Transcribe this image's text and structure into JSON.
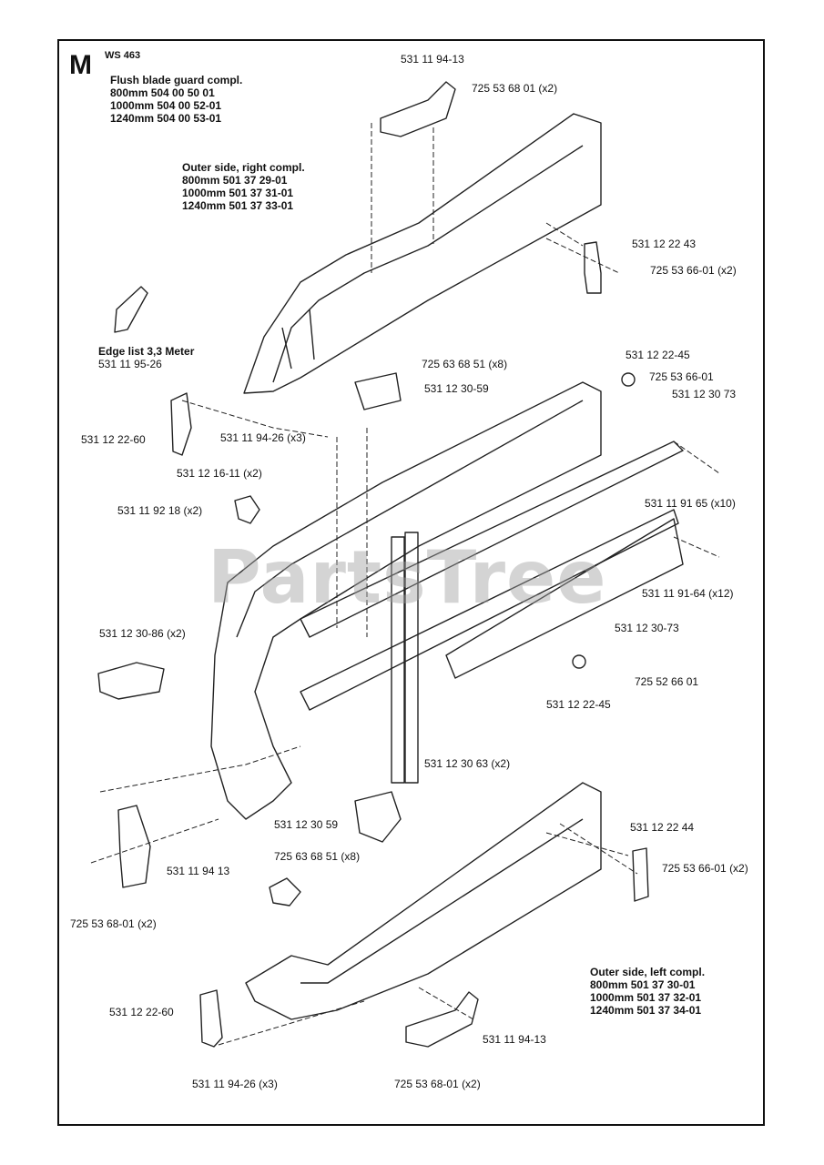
{
  "section": "M",
  "model": "WS 463",
  "watermark": "PartsTree",
  "groups": {
    "flush_guard": {
      "title": "Flush blade guard compl.",
      "rows": [
        "800mm   504 00 50 01",
        "1000mm 504 00 52-01",
        "1240mm 504 00 53-01"
      ]
    },
    "outer_right": {
      "title": "Outer side, right compl.",
      "rows": [
        "800mm   501 37 29-01",
        "1000mm 501 37 31-01",
        "1240mm 501 37 33-01"
      ]
    },
    "edge_list": {
      "title": "Edge list 3,3 Meter",
      "part": "531 11 95-26"
    },
    "outer_left": {
      "title": "Outer side, left compl.",
      "rows": [
        "800mm    501 37 30-01",
        "1000mm  501 37 32-01",
        "1240mm  501 37 34-01"
      ]
    }
  },
  "callouts": [
    "531 11 94-13",
    "725 53 68 01 (x2)",
    "531 12 22 43",
    "725 53 66-01 (x2)",
    "725 63 68 51 (x8)",
    "531 12 30-59",
    "531 12 22-45",
    "725 53 66-01",
    "531 12 30 73",
    "531 12 22-60",
    "531 11 94-26 (x3)",
    "531 12 16-11 (x2)",
    "531 11 92 18 (x2)",
    "531 11 91 65 (x10)",
    "531 11 91-64 (x12)",
    "531 12 30-73",
    "531 12 30-86 (x2)",
    "725 52 66 01",
    "531 12 22-45",
    "531 12 30 63 (x2)",
    "531 12 30 59",
    "725 63 68 51 (x8)",
    "531 12 22 44",
    "725 53 66-01 (x2)",
    "531 11 94 13",
    "725 53 68-01 (x2)",
    "531 12 22-60",
    "531 11 94-13",
    "531 11 94-26 (x3)",
    "725 53 68-01 (x2)"
  ]
}
